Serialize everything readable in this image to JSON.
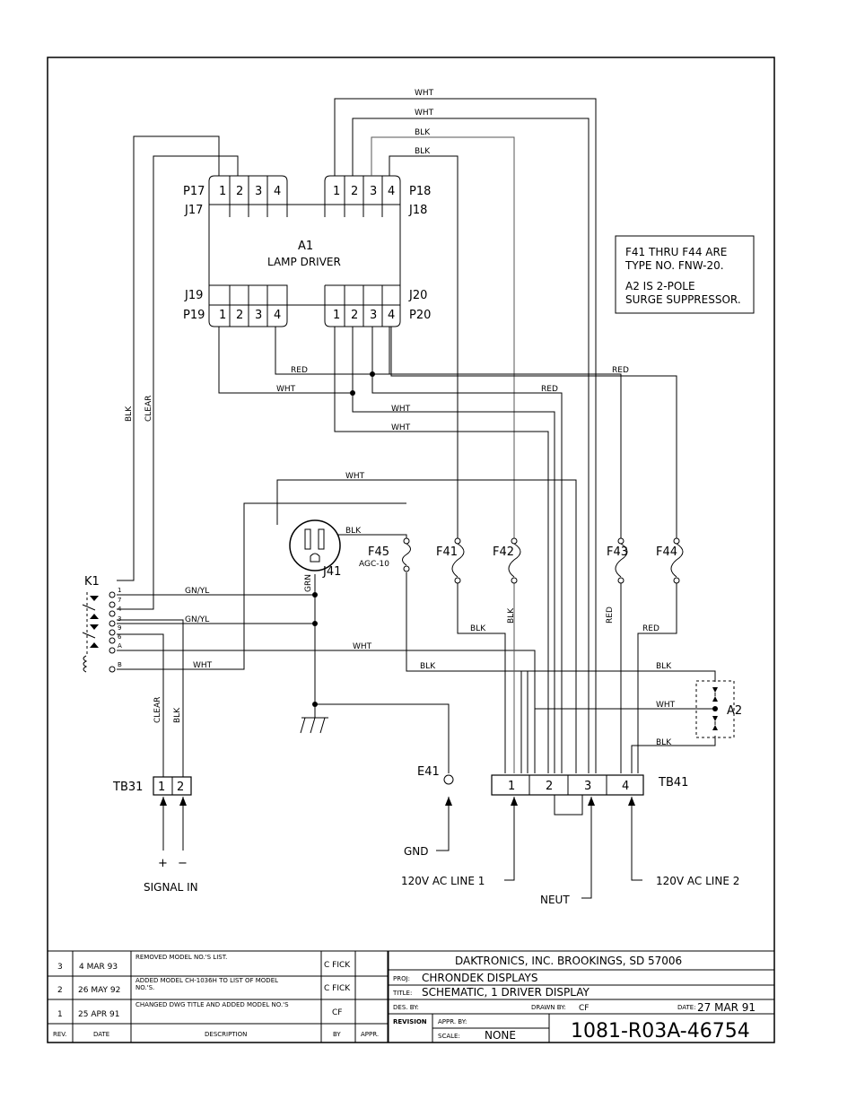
{
  "note": {
    "line1": "F41 THRU F44 ARE",
    "line2": "TYPE NO. FNW-20.",
    "line3": "A2 IS 2-POLE",
    "line4": "SURGE SUPPRESSOR."
  },
  "a1": {
    "ref": "A1",
    "name": "LAMP DRIVER",
    "p17": "P17",
    "j17": "J17",
    "p18": "P18",
    "j18": "J18",
    "j19": "J19",
    "p19": "P19",
    "j20": "J20",
    "p20": "P20",
    "pins": [
      "1",
      "2",
      "3",
      "4"
    ]
  },
  "wires": {
    "wht": "WHT",
    "blk": "BLK",
    "red": "RED",
    "clear": "CLEAR",
    "gnyl": "GN/YL",
    "grn": "GRN"
  },
  "fuses": {
    "f41": "F41",
    "f42": "F42",
    "f43": "F43",
    "f44": "F44",
    "f45": "F45",
    "f45_type": "AGC-10"
  },
  "components": {
    "j41": "J41",
    "k1": "K1",
    "a2": "A2",
    "e41": "E41",
    "tb31": "TB31",
    "tb41": "TB41"
  },
  "k1_pins": [
    "1",
    "7",
    "4",
    "3",
    "9",
    "6",
    "A",
    "B"
  ],
  "tb31_pins": [
    "1",
    "2"
  ],
  "tb41_pins": [
    "1",
    "2",
    "3",
    "4"
  ],
  "signals": {
    "plus": "+",
    "minus": "−",
    "signal_in": "SIGNAL IN",
    "gnd": "GND",
    "line1": "120V AC LINE 1",
    "neut": "NEUT",
    "line2": "120V AC LINE 2"
  },
  "revisions": [
    {
      "rev": "3",
      "date": "4 MAR 93",
      "desc": "REMOVED MODEL NO.'S LIST.",
      "desc2": "",
      "by": "C FICK"
    },
    {
      "rev": "2",
      "date": "26 MAY 92",
      "desc": "ADDED MODEL CH-1036H TO LIST OF MODEL",
      "desc2": "NO.'S.",
      "by": "C FICK"
    },
    {
      "rev": "1",
      "date": "25 APR 91",
      "desc": "CHANGED DWG TITLE AND ADDED MODEL NO.'S",
      "desc2": "",
      "by": "CF"
    }
  ],
  "rev_headers": {
    "rev": "REV.",
    "date": "DATE",
    "desc": "DESCRIPTION",
    "by": "BY",
    "appr": "APPR."
  },
  "title_block": {
    "company": "DAKTRONICS, INC.   BROOKINGS, SD 57006",
    "proj_label": "PROJ:",
    "proj": "CHRONDEK DISPLAYS",
    "title_label": "TITLE:",
    "title": "SCHEMATIC, 1 DRIVER DISPLAY",
    "des_label": "DES. BY:",
    "drawn_label": "DRAWN BY:",
    "drawn": "CF",
    "date_label": "DATE:",
    "date": "27 MAR 91",
    "revision_label": "REVISION",
    "appr_label": "APPR. BY:",
    "scale_label": "SCALE:",
    "scale": "NONE",
    "dwg_no": "1081-R03A-46754"
  }
}
